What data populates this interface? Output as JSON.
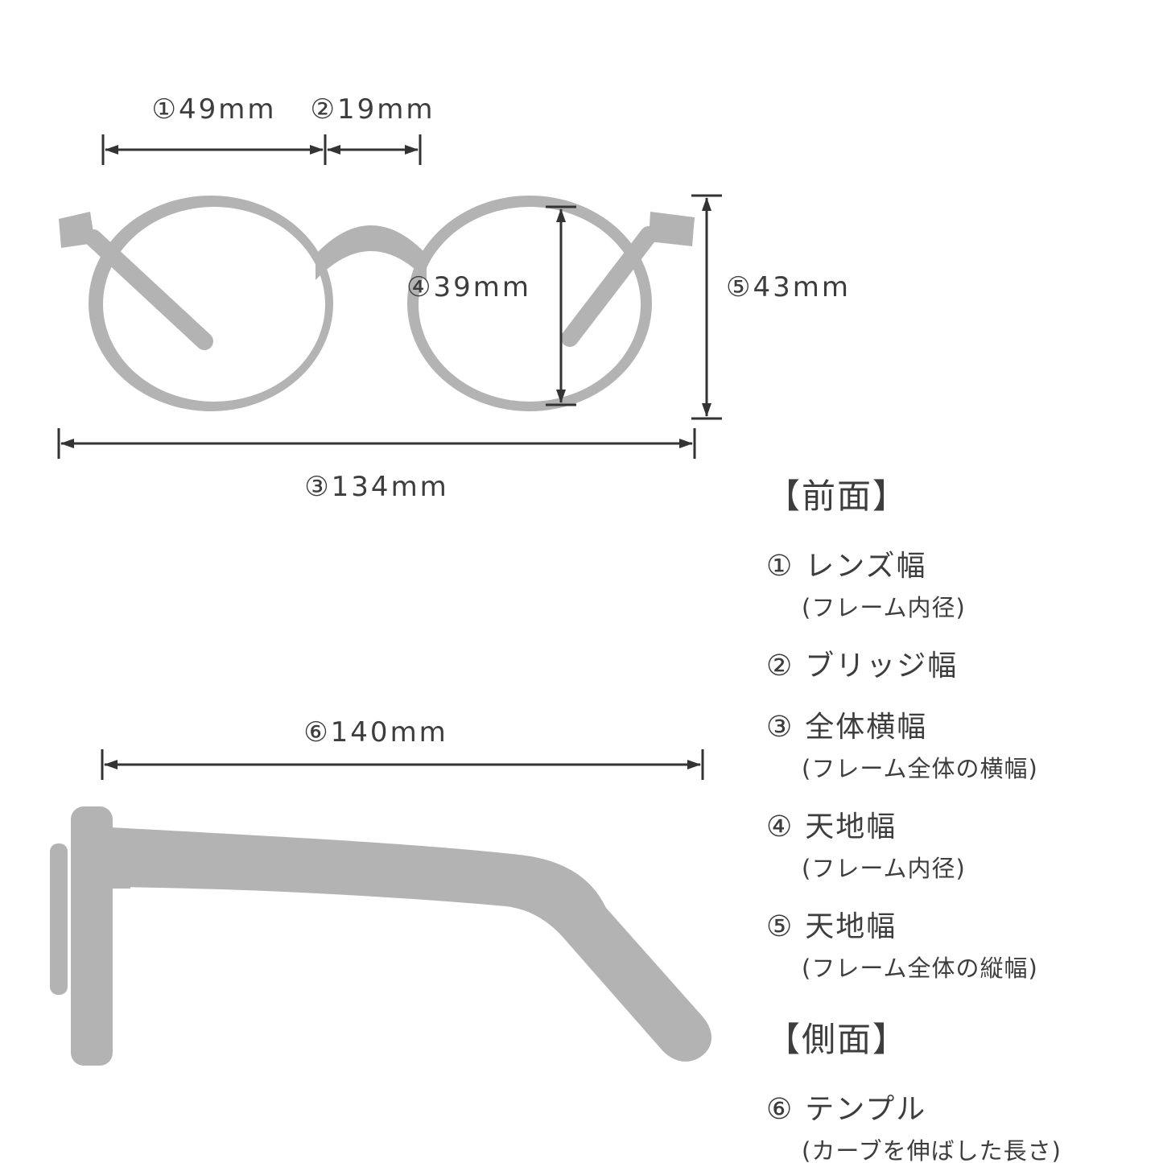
{
  "colors": {
    "silhouette": "#b3b3b3",
    "line": "#333333",
    "text": "#3d3d3d",
    "background": "#ffffff"
  },
  "measurements": {
    "dim1": "①49mm",
    "dim2": "②19mm",
    "dim3": "③134mm",
    "dim4": "④39mm",
    "dim5": "⑤43mm",
    "dim6": "⑥140mm"
  },
  "legend": {
    "front_heading": "【前面】",
    "front_items": [
      {
        "num": "①",
        "label": "レンズ幅",
        "note": "(フレーム内径)"
      },
      {
        "num": "②",
        "label": "ブリッジ幅",
        "note": ""
      },
      {
        "num": "③",
        "label": "全体横幅",
        "note": "(フレーム全体の横幅)"
      },
      {
        "num": "④",
        "label": "天地幅",
        "note": "(フレーム内径)"
      },
      {
        "num": "⑤",
        "label": "天地幅",
        "note": "(フレーム全体の縦幅)"
      }
    ],
    "side_heading": "【側面】",
    "side_items": [
      {
        "num": "⑥",
        "label": "テンプル",
        "note": "(カーブを伸ばした長さ)"
      }
    ]
  }
}
